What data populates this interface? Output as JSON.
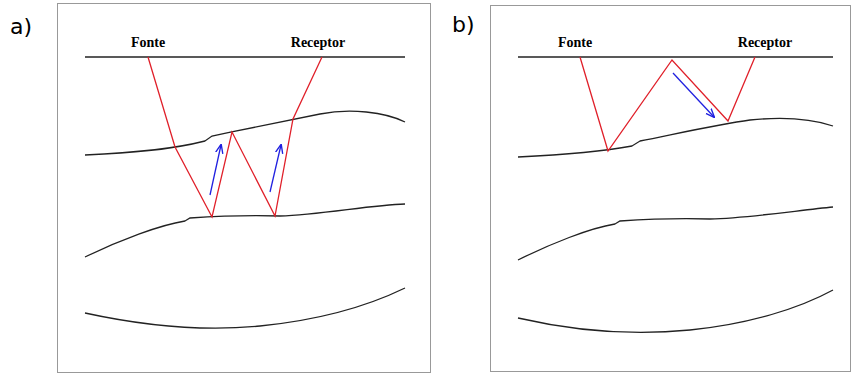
{
  "diagram": {
    "labels": [
      "a)",
      "Fonte",
      "Receptor",
      "b)",
      "Fonte",
      "Receptor"
    ]
  }
}
